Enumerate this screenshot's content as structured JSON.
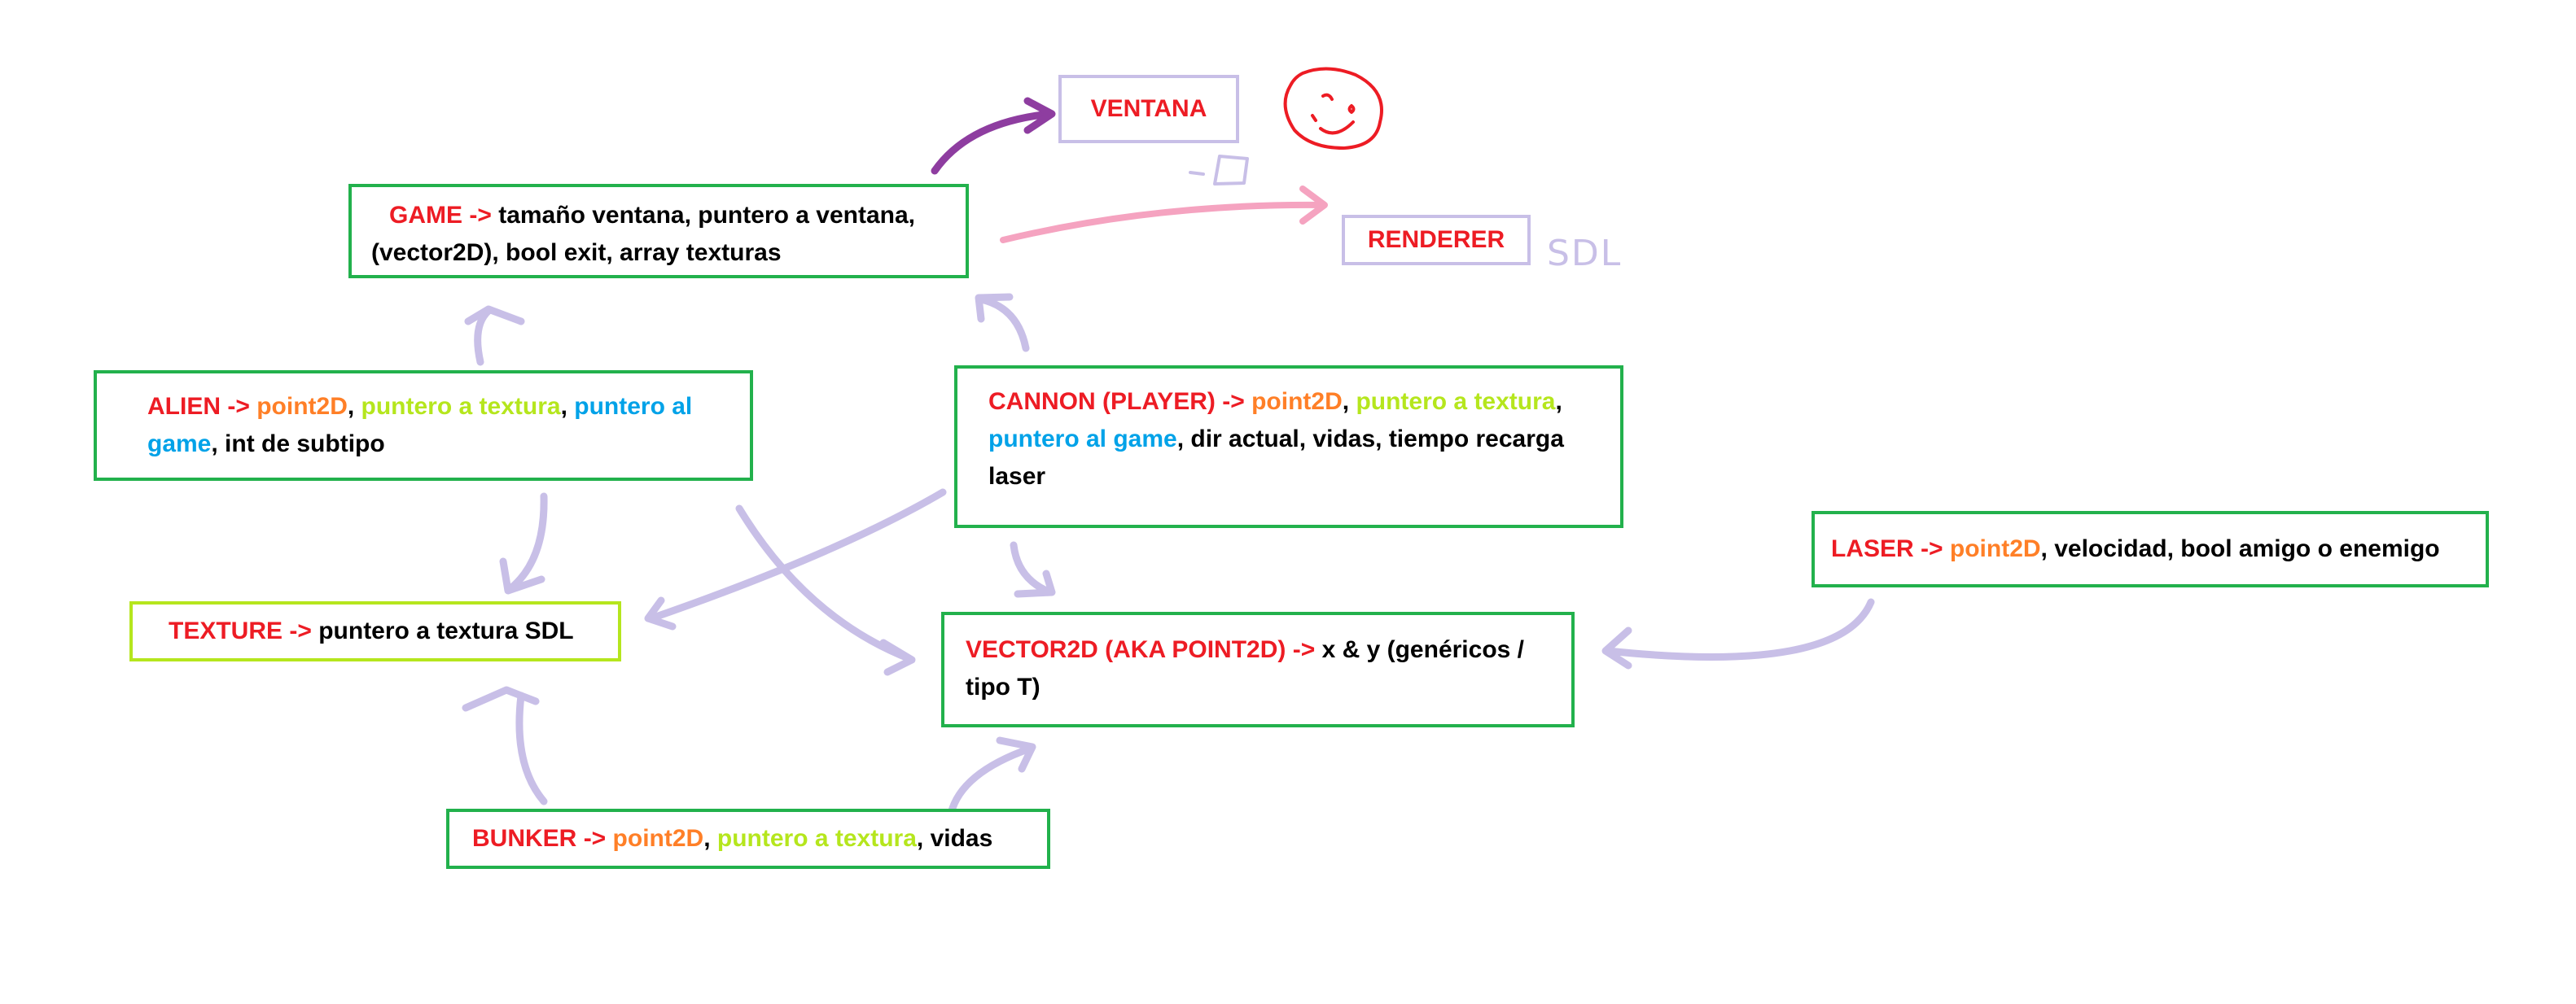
{
  "boxes": {
    "ventana": {
      "name": "VENTANA"
    },
    "renderer": {
      "name": "RENDERER",
      "sdl_note": "SDL"
    },
    "game": {
      "name": "GAME",
      "arrow": "->",
      "line1": "tamaño ventana, puntero a ventana,",
      "line2": "(vector2D), bool exit, array texturas"
    },
    "alien": {
      "name": "ALIEN",
      "arrow": "->",
      "f1": "point2D",
      "sep1": ", ",
      "f2": "puntero a textura",
      "sep2": ", ",
      "f3a": "puntero al",
      "f3b": "game",
      "rest": ", int de subtipo"
    },
    "cannon": {
      "name": "CANNON (PLAYER)",
      "arrow": "->",
      "f1": "point2D",
      "sep1": ", ",
      "f2": "puntero a textura",
      "sep2": ",",
      "f3": "puntero al game",
      "rest1": ", dir actual, vidas, tiempo recarga",
      "rest2": "laser"
    },
    "laser": {
      "name": "LASER",
      "arrow": "->",
      "f1": "point2D",
      "rest": ", velocidad, bool amigo o enemigo"
    },
    "texture": {
      "name": "TEXTURE",
      "arrow": "->",
      "rest": "puntero a textura SDL"
    },
    "vector2d": {
      "name": "VECTOR2D (AKA POINT2D)",
      "arrow": "->",
      "line1": "x & y (genéricos /",
      "line2": "tipo T)"
    },
    "bunker": {
      "name": "BUNKER",
      "arrow": "->",
      "f1": "point2D",
      "sep1": ", ",
      "f2": "puntero a textura",
      "rest": ", vidas"
    }
  },
  "colors": {
    "class_name": "#ed1c24",
    "point2d": "#ff7f27",
    "texture_ptr": "#b5e61d",
    "game_ptr": "#00a2e8",
    "box_border_green": "#22b14c",
    "box_border_lime": "#b5e61d",
    "box_border_lavender": "#c8bfe7",
    "arrow_lavender": "#c8bfe7",
    "arrow_pink": "#f5a3c0",
    "arrow_purple": "#8e3da0",
    "doodle_red": "#ed1c24"
  }
}
